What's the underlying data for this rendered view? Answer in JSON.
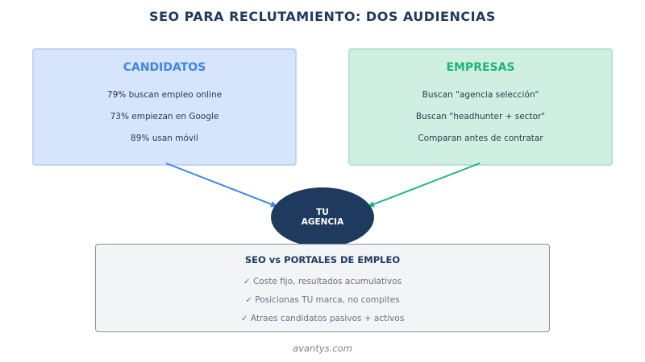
{
  "title": "SEO PARA RECLUTAMIENTO: DOS AUDIENCIAS",
  "candidatos": {
    "heading": "CANDIDATOS",
    "items": [
      "79% buscan empleo online",
      "73% empiezan en Google",
      "89% usan móvil"
    ],
    "color": "#3f86e6"
  },
  "empresas": {
    "heading": "EMPRESAS",
    "items": [
      "Buscan \"agencia selección\"",
      "Buscan \"headhunter + sector\"",
      "Comparan antes de contratar"
    ],
    "color": "#1db67a"
  },
  "agency": {
    "line1": "TU",
    "line2": "AGENCIA",
    "color": "#1e3a5f"
  },
  "seo": {
    "heading": "SEO vs PORTALES DE EMPLEO",
    "items": [
      "✓ Coste fijo, resultados acumulativos",
      "✓ Posicionas TU marca, no compites",
      "✓ Atraes candidatos pasivos + activos"
    ]
  },
  "footer": "avantys.com"
}
